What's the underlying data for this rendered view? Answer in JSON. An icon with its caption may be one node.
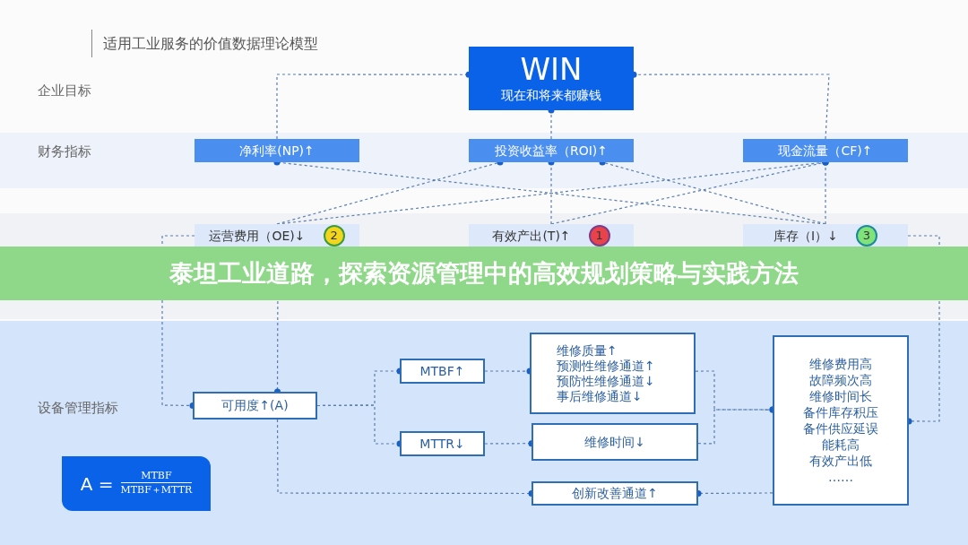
{
  "diagram": {
    "title": "泰坦工业道路，探索资源管理中的高效规划策略与实践方法",
    "nodes": [
      {
        "text": [
          "WIN",
          "现在和将来都赚钱"
        ]
      },
      {
        "text": [
          "净利率(NP)↑"
        ]
      },
      {
        "text": [
          "投资收益率（ROI)↑"
        ]
      },
      {
        "text": [
          "现金流量（CF)↑"
        ]
      },
      {
        "text": [
          "运营费用（OE)↓"
        ]
      },
      {
        "text": [
          "2"
        ],
        "in": 4
      },
      {
        "text": [
          "有效产出(T)↑"
        ]
      },
      {
        "text": [
          "1"
        ],
        "in": 6
      },
      {
        "text": [
          "库存（I）↓"
        ]
      },
      {
        "text": [
          "3"
        ],
        "in": 8
      },
      {
        "text": [
          "可用度↑(A)"
        ]
      },
      {
        "text": [
          "MTBF↑"
        ]
      },
      {
        "text": [
          "MTTR↓"
        ]
      },
      {
        "text": [
          "维修质量↑",
          "预测性维修通道↑",
          "预防性维修通道↓",
          "事后维修通道↓"
        ]
      },
      {
        "text": [
          "维修时间↓"
        ]
      },
      {
        "text": [
          "创新改善通道↑"
        ]
      },
      {
        "text": [
          "维修费用高",
          "故障频次高",
          "维修时间长",
          "备件库存积压",
          "备件供应延误",
          "能耗高",
          "有效产出低",
          "……"
        ]
      },
      {
        "text": [
          "A =",
          "MTBF",
          "MTBF＋MTTR"
        ]
      }
    ],
    "edges": [
      {
        "from": 1,
        "to": 0,
        "arrow": "other"
      },
      {
        "from": 3,
        "to": 0,
        "arrow": "other"
      },
      {
        "from": 2,
        "to": 0,
        "arrow": "other"
      },
      {
        "from": 4,
        "to": 2,
        "arrow": "other"
      },
      {
        "from": 4,
        "to": 3,
        "arrow": "other"
      },
      {
        "from": 6,
        "to": 2,
        "arrow": "other"
      },
      {
        "from": 6,
        "to": 3,
        "arrow": "other"
      },
      {
        "from": 8,
        "to": 1,
        "arrow": "other"
      },
      {
        "from": 8,
        "to": 2,
        "arrow": "other"
      },
      {
        "from": 8,
        "to": 3,
        "arrow": "other"
      },
      {
        "from": 4,
        "to": 10,
        "arrow": "other"
      },
      {
        "from": null,
        "to": 10,
        "arrow": "other"
      },
      {
        "from": 10,
        "to": 11,
        "arrow": "other"
      },
      {
        "from": 10,
        "to": 12,
        "arrow": "other"
      },
      {
        "from": 10,
        "to": 15,
        "arrow": "other"
      },
      {
        "from": 11,
        "to": 13,
        "arrow": "other"
      },
      {
        "from": 12,
        "to": 14,
        "arrow": "other"
      },
      {
        "from": 13,
        "to": 16,
        "arrow": "other"
      },
      {
        "from": 14,
        "to": 16,
        "arrow": "other"
      },
      {
        "from": 16,
        "to": 15,
        "arrow": "other"
      },
      {
        "from": 8,
        "to": 16,
        "arrow": "other"
      }
    ],
    "labels": [
      "适用工业服务的价值数据理论模型",
      "企业目标",
      "财务指标",
      "设备管理指标"
    ]
  }
}
